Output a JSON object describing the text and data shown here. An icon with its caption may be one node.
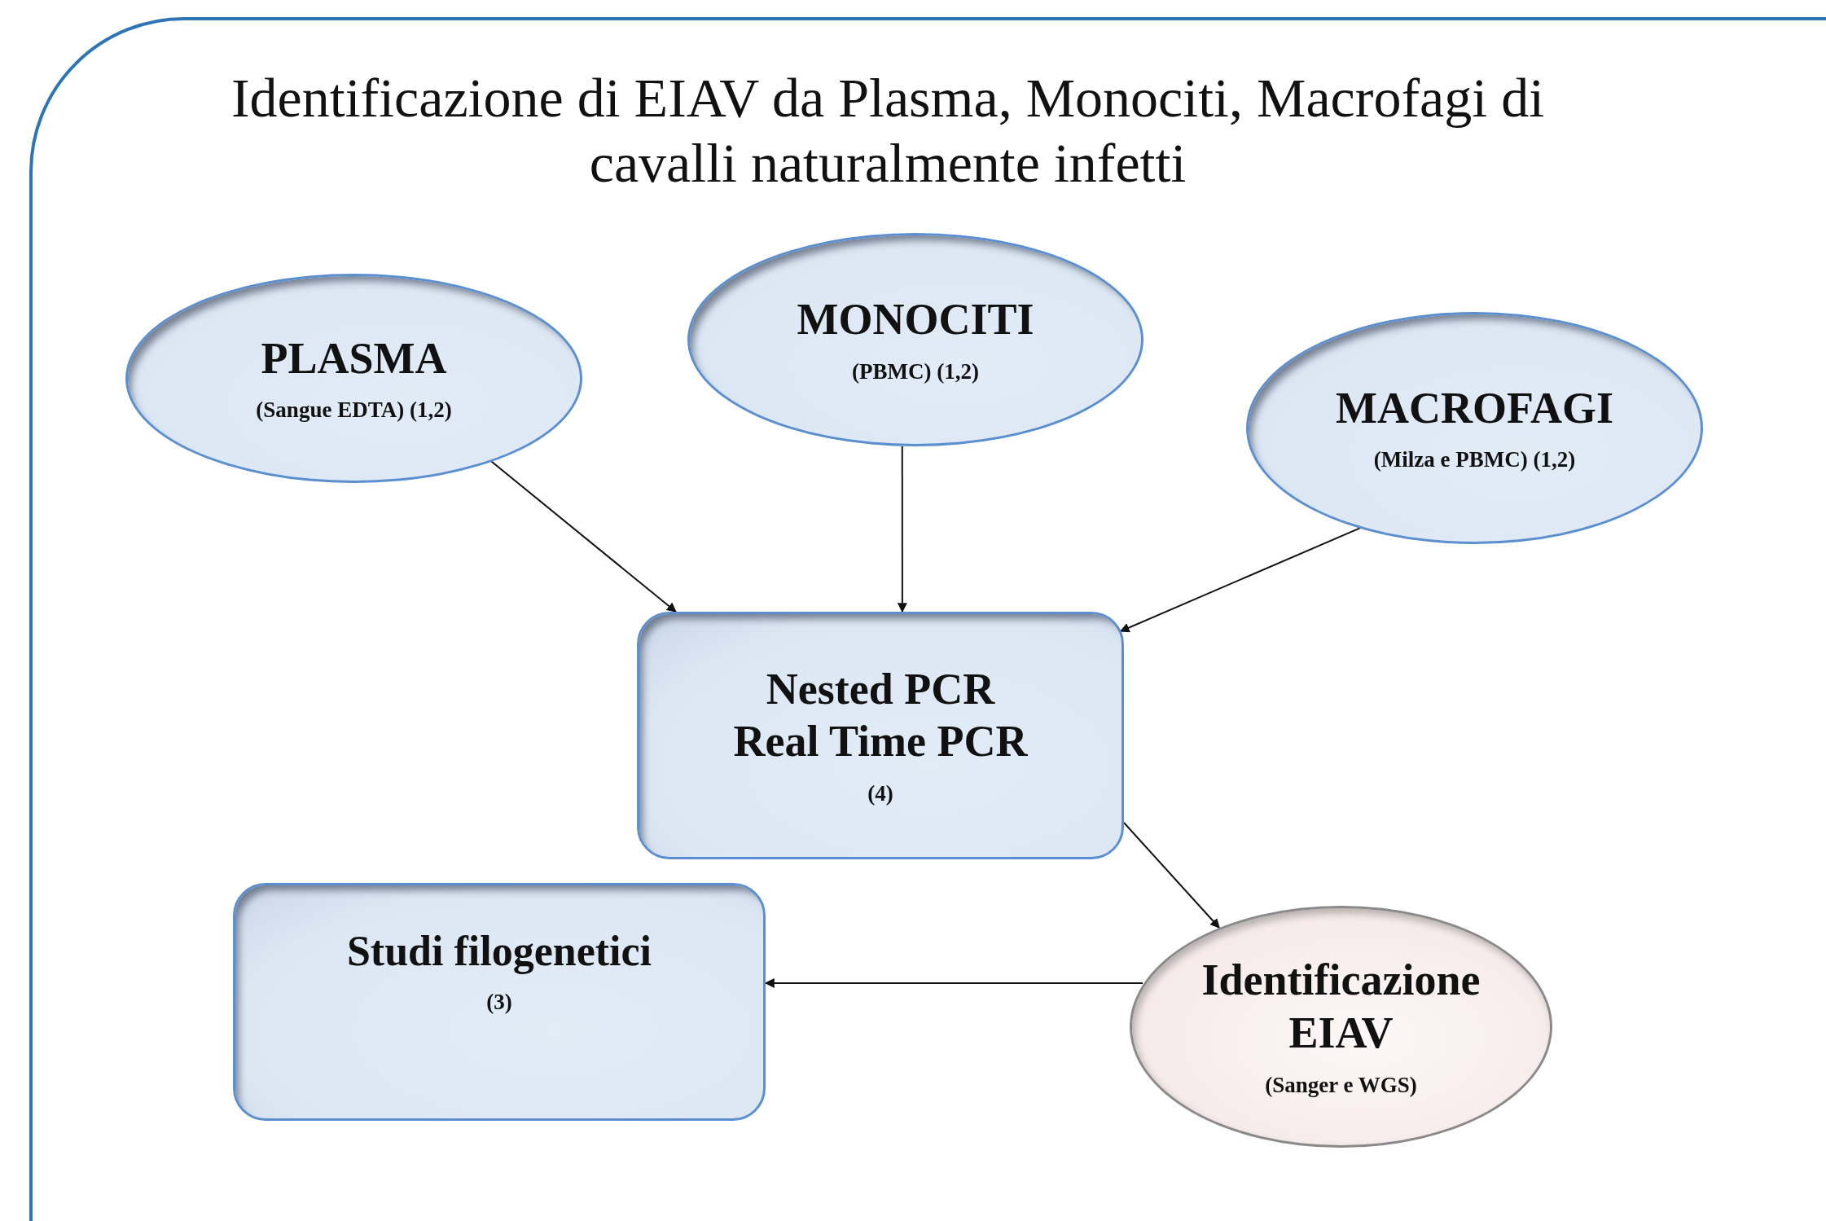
{
  "diagram": {
    "title": "Identificazione di EIAV da Plasma, Monociti, Macrofagi di cavalli naturalmente infetti",
    "nodes": [
      {
        "text": [
          "PLASMA",
          "(Sangue EDTA) (1,2)"
        ]
      },
      {
        "text": [
          "MONOCITI",
          "(PBMC) (1,2)"
        ]
      },
      {
        "text": [
          "MACROFAGI",
          "(Milza e PBMC) (1,2)"
        ]
      },
      {
        "text": [
          "Nested PCR",
          "Real Time PCR",
          "(4)"
        ]
      },
      {
        "text": [
          "Studi filogenetici",
          "(3)"
        ]
      },
      {
        "text": [
          "Identificazione EIAV",
          "(Sanger e WGS)"
        ]
      }
    ],
    "edges": [
      {
        "from": 0,
        "to": 3,
        "arrow": "to"
      },
      {
        "from": 1,
        "to": 3,
        "arrow": "to"
      },
      {
        "from": 2,
        "to": 3,
        "arrow": "to"
      },
      {
        "from": 3,
        "to": 5,
        "arrow": "to"
      },
      {
        "from": 5,
        "to": 4,
        "arrow": "to"
      }
    ]
  }
}
